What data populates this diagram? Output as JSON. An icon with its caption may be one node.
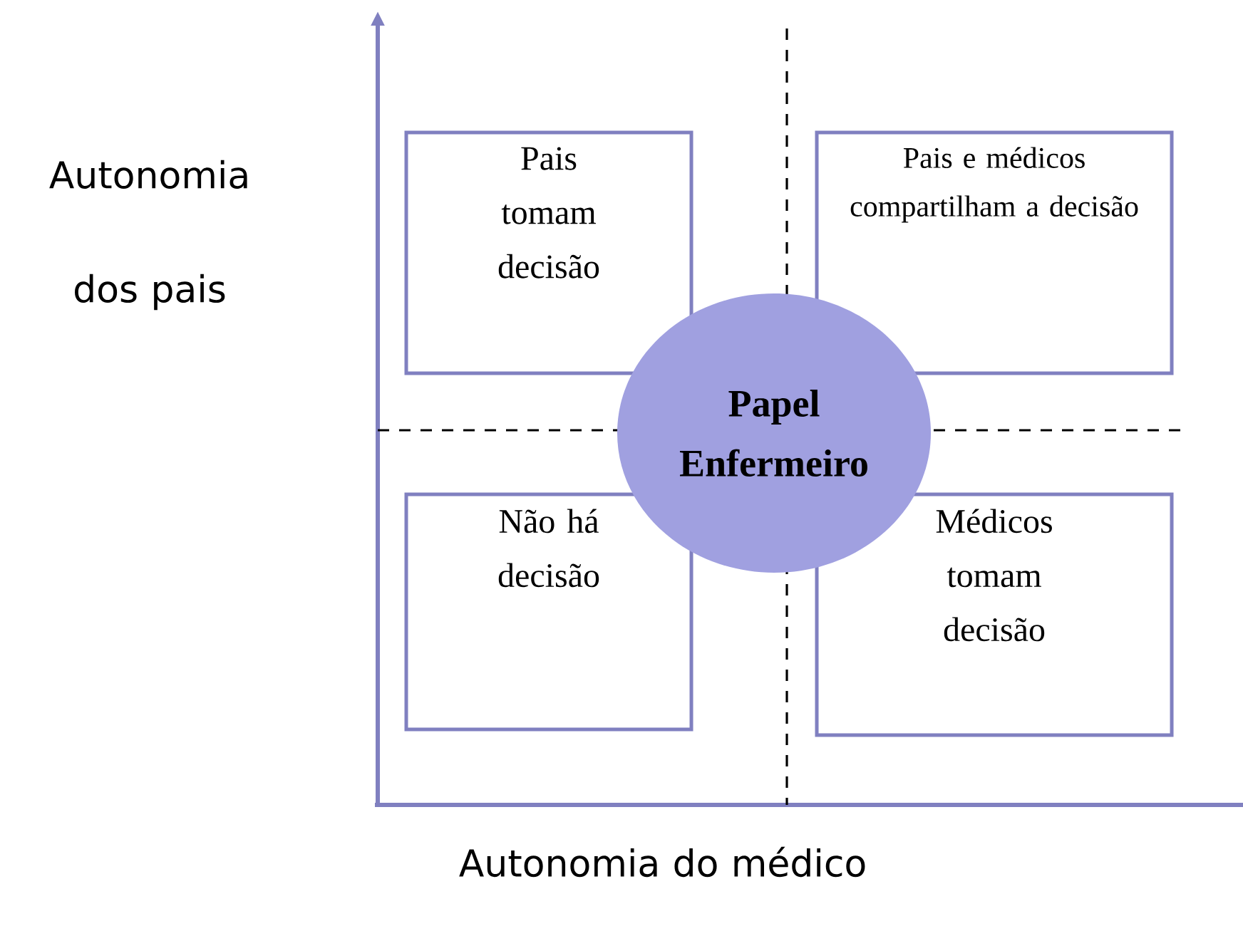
{
  "diagram": {
    "nodes": [
      {
        "text": [
          "Pais tomam decisão"
        ]
      },
      {
        "text": [
          "Pais e médicos compartilham a decisão"
        ]
      },
      {
        "text": [
          "Não há decisão"
        ]
      },
      {
        "text": [
          "Médicos tomam decisão"
        ]
      },
      {
        "text": [
          "Papel Enfermeiro"
        ]
      }
    ],
    "labels": [
      "Autonomia dos pais",
      "Autonomia do médico"
    ]
  }
}
